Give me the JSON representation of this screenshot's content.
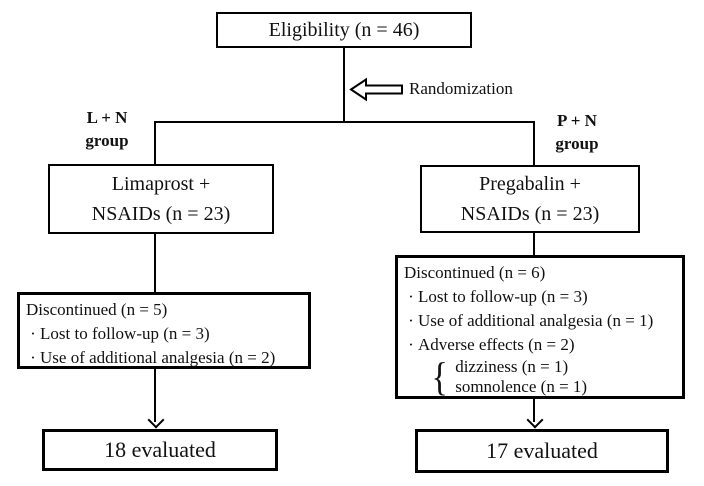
{
  "eligibility": {
    "label": "Eligibility (n = 46)"
  },
  "randomization": {
    "label": "Randomization"
  },
  "left": {
    "group_tag": {
      "line1": "L + N",
      "line2": "group"
    },
    "group_box": {
      "line1": "Limaprost +",
      "line2": "NSAIDs (n = 23)"
    },
    "discontinued": {
      "title": "Discontinued (n = 5)",
      "items": [
        "Lost to follow-up (n = 3)",
        "Use of additional analgesia (n = 2)"
      ]
    },
    "evaluated": {
      "label": "18 evaluated"
    }
  },
  "right": {
    "group_tag": {
      "line1": "P + N",
      "line2": "group"
    },
    "group_box": {
      "line1": "Pregabalin +",
      "line2": "NSAIDs (n = 23)"
    },
    "discontinued": {
      "title": "Discontinued (n = 6)",
      "items": [
        "Lost to follow-up (n = 3)",
        "Use of additional analgesia (n = 1)",
        "Adverse effects (n = 2)"
      ],
      "adverse_details": [
        "dizziness (n = 1)",
        "somnolence (n = 1)"
      ]
    },
    "evaluated": {
      "label": "17 evaluated"
    }
  },
  "glyphs": {
    "bullet": "·",
    "brace": "{"
  },
  "colors": {
    "background": "#ffffff",
    "line": "#000000",
    "text": "#111111",
    "box_fill": "#ffffff"
  }
}
